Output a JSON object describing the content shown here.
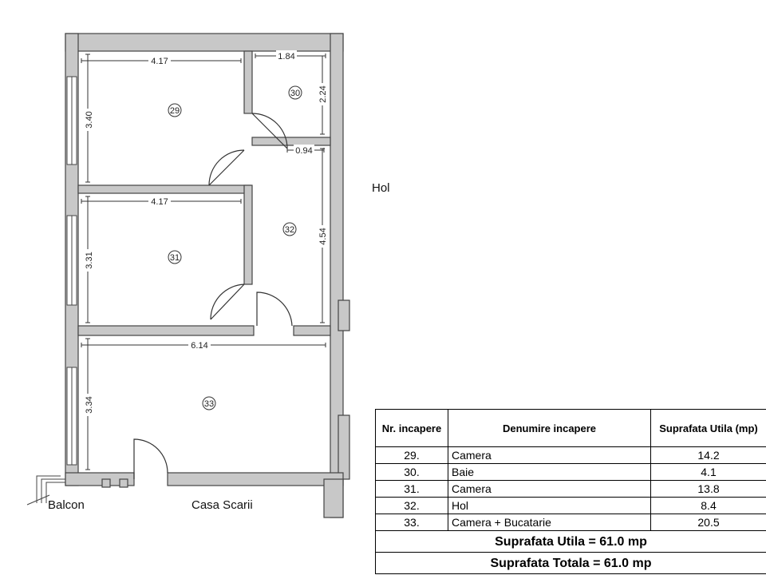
{
  "plan": {
    "hall_label": "Hol",
    "balcony_label": "Balcon",
    "stairwell_label": "Casa Scarii",
    "room_numbers": [
      "29",
      "30",
      "31",
      "32",
      "33"
    ],
    "dimensions": {
      "room29_width": "4.17",
      "room29_height": "3.40",
      "room30_width": "1.84",
      "room30_height": "2.24",
      "hall_width": "0.94",
      "hall_height": "4.54",
      "room31_width": "4.17",
      "room31_height": "3.31",
      "room33_width": "6.14",
      "room33_height": "3.34"
    }
  },
  "table": {
    "headers": {
      "nr": "Nr. incapere",
      "name": "Denumire incapere",
      "area": "Suprafata Utila (mp)"
    },
    "rows": [
      {
        "nr": "29.",
        "name": "Camera",
        "area": "14.2"
      },
      {
        "nr": "30.",
        "name": "Baie",
        "area": "4.1"
      },
      {
        "nr": "31.",
        "name": "Camera",
        "area": "13.8"
      },
      {
        "nr": "32.",
        "name": "Hol",
        "area": "8.4"
      },
      {
        "nr": "33.",
        "name": "Camera + Bucatarie",
        "area": "20.5"
      }
    ],
    "total_useful": "Suprafata Utila = 61.0 mp",
    "total_overall": "Suprafata Totala = 61.0 mp"
  }
}
